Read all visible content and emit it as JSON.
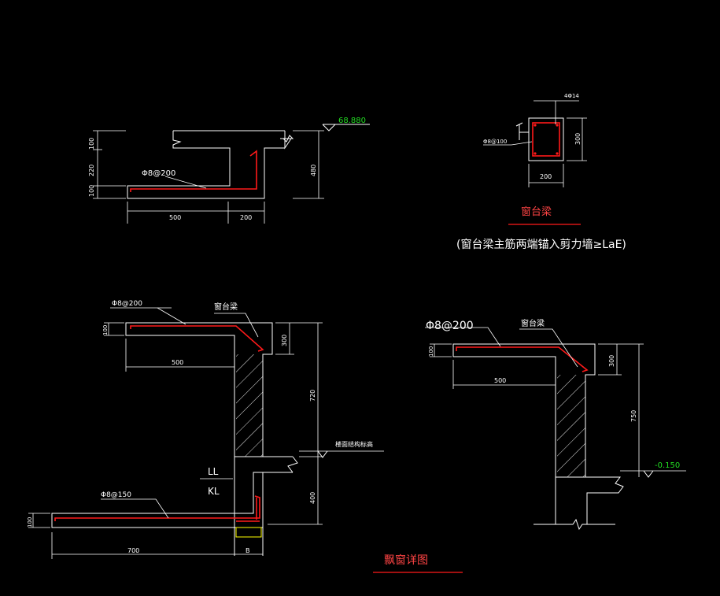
{
  "colors": {
    "background": "#000000",
    "lines": "#ffffff",
    "rebar": "#ff1a1a",
    "level": "#22dd22",
    "title_underline": "#ff1a1a",
    "highlight": "#ffff00"
  },
  "top_left": {
    "level": "68.880",
    "rebar": "Φ8@200",
    "dims_left": [
      "100",
      "220",
      "100"
    ],
    "dims_bottom": [
      "500",
      "200"
    ],
    "dim_right": "480"
  },
  "top_right": {
    "rebar_top": "4Φ14",
    "stirrup": "Φ8@100",
    "dim_width": "200",
    "dim_height": "300",
    "title": "窗台梁",
    "note": "(窗台梁主筋两端锚入剪力墙≥LaE)"
  },
  "bottom_left": {
    "rebar_top": "Φ8@200",
    "beam_label": "窗台梁",
    "dim_slab": "100",
    "dim_beam": "300",
    "dim_overhang": "500",
    "dim_mid": "720",
    "level_label": "楼面结构标高",
    "ll": "LL",
    "kl": "KL",
    "rebar_bottom": "Φ8@150",
    "dim_bottom_slab": "100",
    "dim_bottom_left": "700",
    "dim_bottom_right": "B",
    "dim_lower": "400"
  },
  "bottom_right": {
    "rebar_top": "Φ8@200",
    "beam_label": "窗台梁",
    "dim_slab": "100",
    "dim_beam": "300",
    "dim_overhang": "500",
    "dim_mid": "750",
    "level": "-0.150"
  },
  "main_title": "飘窗详图"
}
